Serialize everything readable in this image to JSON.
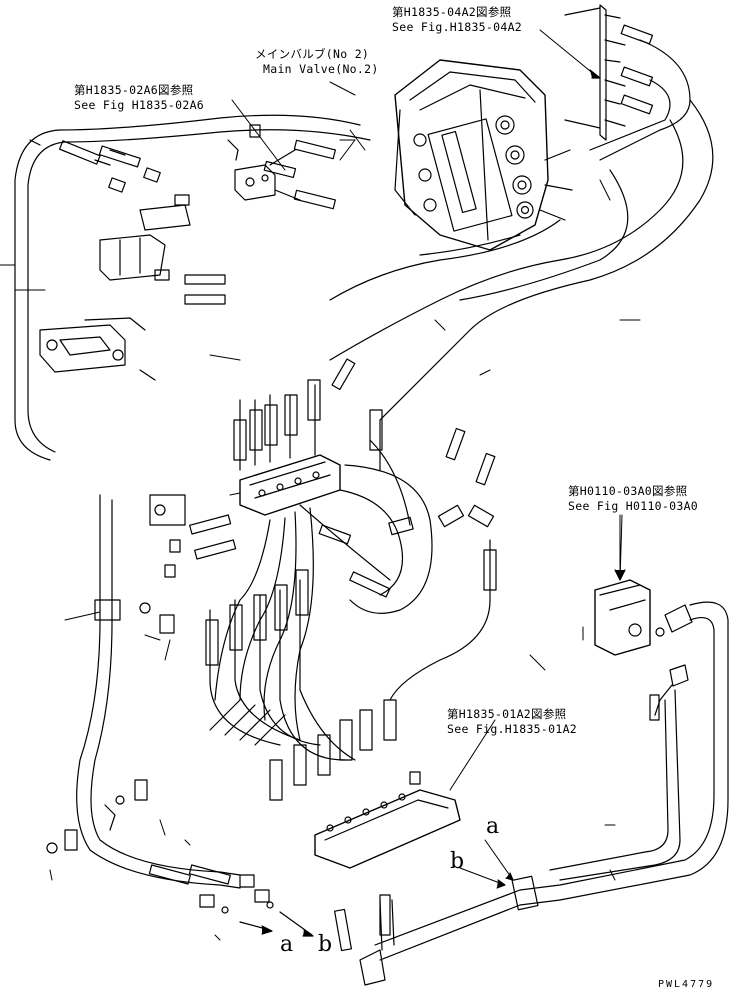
{
  "callouts": {
    "main_valve_jp": "メインバルブ(No 2)",
    "main_valve_en": "Main Valve(No.2)",
    "ref_04a2_jp": "第H1835-04A2図参照",
    "ref_04a2_en": "See Fig.H1835-04A2",
    "ref_02a6_jp": "第H1835-02A6図参照",
    "ref_02a6_en": "See Fig H1835-02A6",
    "ref_03a0_jp": "第H0110-03A0図参照",
    "ref_03a0_en": "See Fig H0110-03A0",
    "ref_01a2_jp": "第H1835-01A2図参照",
    "ref_01a2_en": "See Fig.H1835-01A2"
  },
  "connection_marks": {
    "a_upper": "a",
    "b_upper": "b",
    "a_lower": "a",
    "b_lower": "b"
  },
  "drawing_code": "PWL4779"
}
